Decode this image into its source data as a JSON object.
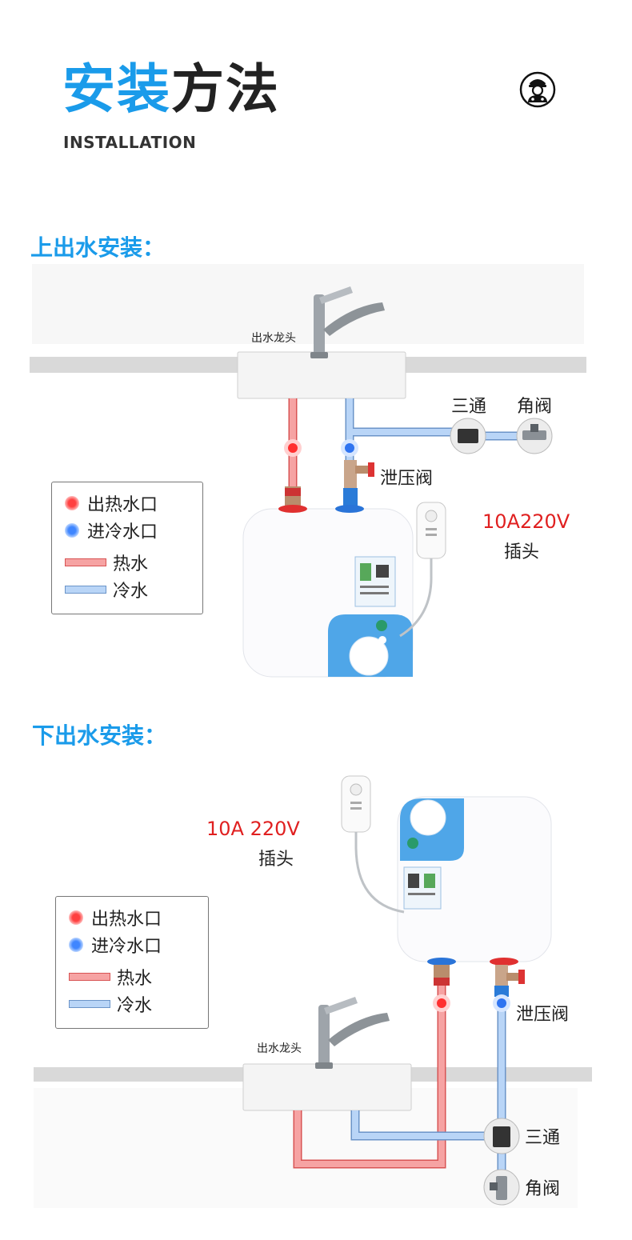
{
  "header": {
    "title_part1": "安装",
    "title_part2": "方法",
    "subtitle": "INSTALLATION",
    "icon": "worker-icon"
  },
  "top_section": {
    "title": "上出水安装：",
    "labels": {
      "faucet": "出水龙头",
      "tee": "三通",
      "angle_valve": "角阀",
      "relief_valve": "泄压阀",
      "plug_rating": "10A220V",
      "plug": "插头"
    },
    "legend": {
      "hot_outlet": "出热水口",
      "cold_inlet": "进冷水口",
      "hot_water": "热水",
      "cold_water": "冷水"
    }
  },
  "bottom_section": {
    "title": "下出水安装：",
    "labels": {
      "faucet": "出水龙头",
      "tee": "三通",
      "angle_valve": "角阀",
      "relief_valve": "泄压阀",
      "plug_rating": "10A 220V",
      "plug": "插头"
    },
    "legend": {
      "hot_outlet": "出热水口",
      "cold_inlet": "进冷水口",
      "hot_water": "热水",
      "cold_water": "冷水"
    }
  },
  "colors": {
    "accent_blue": "#1a9bea",
    "hot_pipe": "#f6a3a3",
    "cold_pipe": "#b9d5f7",
    "plug_red": "#e02020"
  }
}
